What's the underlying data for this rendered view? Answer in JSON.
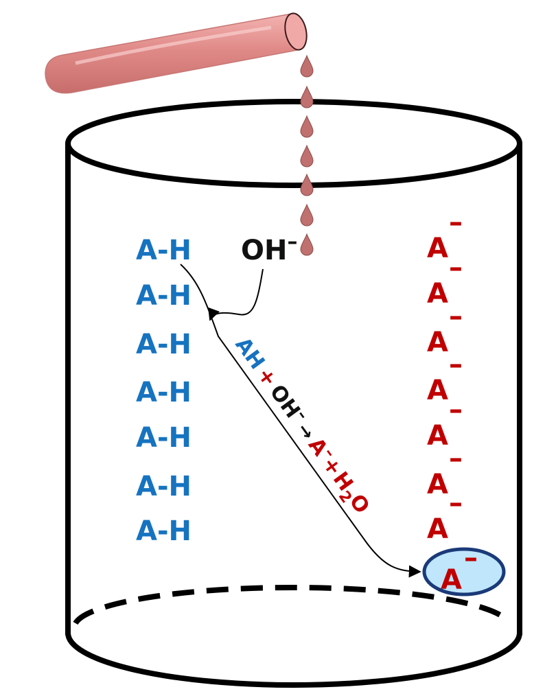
{
  "colors": {
    "acid": "#1673c0",
    "anion": "#c00000",
    "base": "#111111",
    "pipette": "#e08a88",
    "drop": "#c0706e",
    "highlight_fill": "#bfe6fb",
    "highlight_stroke": "#1a3a78"
  },
  "hydroxide": {
    "text": "OH",
    "charge": "–"
  },
  "acid_column": {
    "label": "A-H",
    "items": [
      "A-H",
      "A-H",
      "A-H",
      "A-H",
      "A-H",
      "A-H",
      "A-H"
    ]
  },
  "anion_column": {
    "symbol": "A",
    "charge": "–",
    "items": [
      "A",
      "A",
      "A",
      "A",
      "A",
      "A",
      "A"
    ]
  },
  "highlighted_anion": {
    "symbol": "A",
    "charge": "–"
  },
  "reaction": {
    "reactant_acid": "AH",
    "plus_1": "+",
    "reactant_base": "OH",
    "base_charge": "–",
    "arrow": "→",
    "product_anion": "A",
    "anion_charge": "–",
    "plus_2": "+",
    "water_h": "H",
    "water_sub": "2",
    "water_o": "O"
  }
}
